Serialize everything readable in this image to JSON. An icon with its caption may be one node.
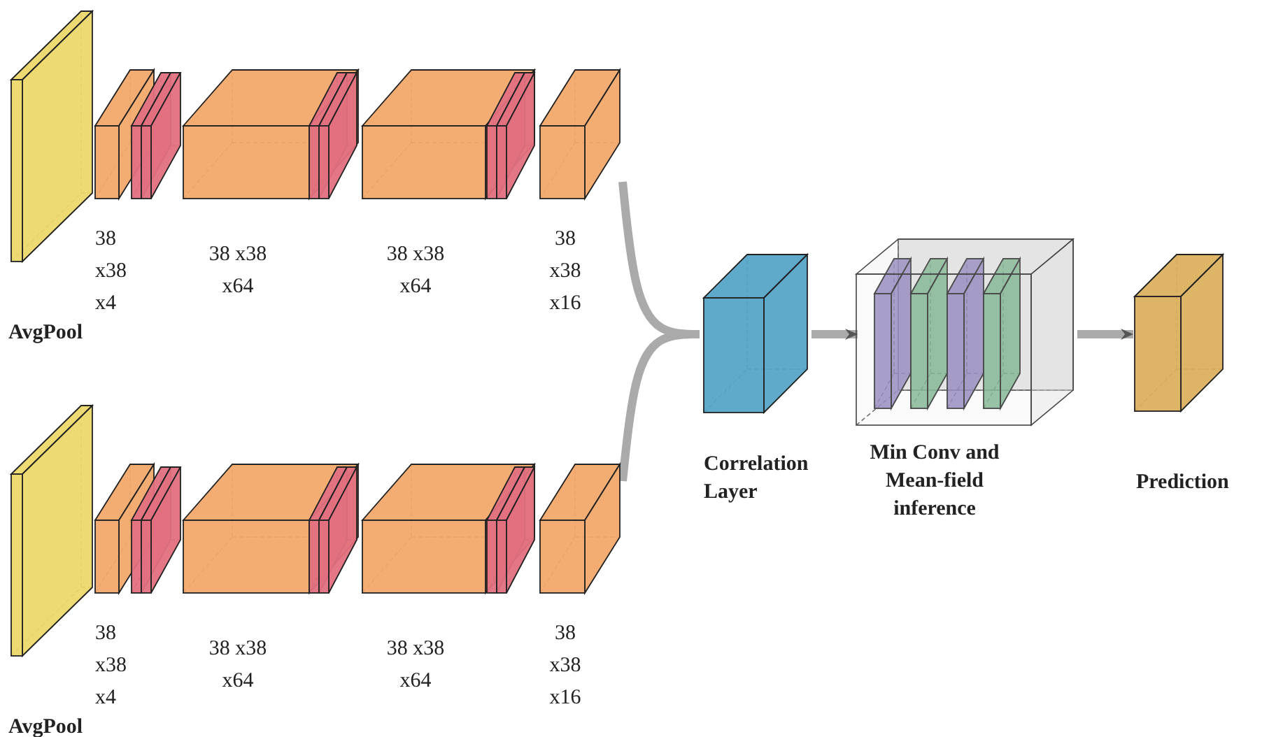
{
  "diagram": {
    "nodes": [
      {
        "text": [
          "AvgPool"
        ]
      },
      {
        "text": [
          "38 x38 x4"
        ]
      },
      {
        "text": [
          "38 x38 x64"
        ]
      },
      {
        "text": [
          "38 x38 x64"
        ]
      },
      {
        "text": [
          "38 x38 x16"
        ]
      },
      {
        "text": [
          "AvgPool"
        ]
      },
      {
        "text": [
          "38 x38 x4"
        ]
      },
      {
        "text": [
          "38 x38 x64"
        ]
      },
      {
        "text": [
          "38 x38 x64"
        ]
      },
      {
        "text": [
          "38 x38 x16"
        ]
      },
      {
        "text": [
          "Correlation Layer"
        ]
      },
      {
        "text": [
          "Min Conv and Mean-field inference"
        ]
      },
      {
        "text": [
          "Prediction"
        ]
      }
    ],
    "edges": [
      {
        "from": 4,
        "to": 10,
        "arrow": "none"
      },
      {
        "from": 9,
        "to": 10,
        "arrow": "none"
      },
      {
        "from": 10,
        "to": 11,
        "arrow": "to"
      },
      {
        "from": 11,
        "to": 12,
        "arrow": "to"
      }
    ]
  }
}
